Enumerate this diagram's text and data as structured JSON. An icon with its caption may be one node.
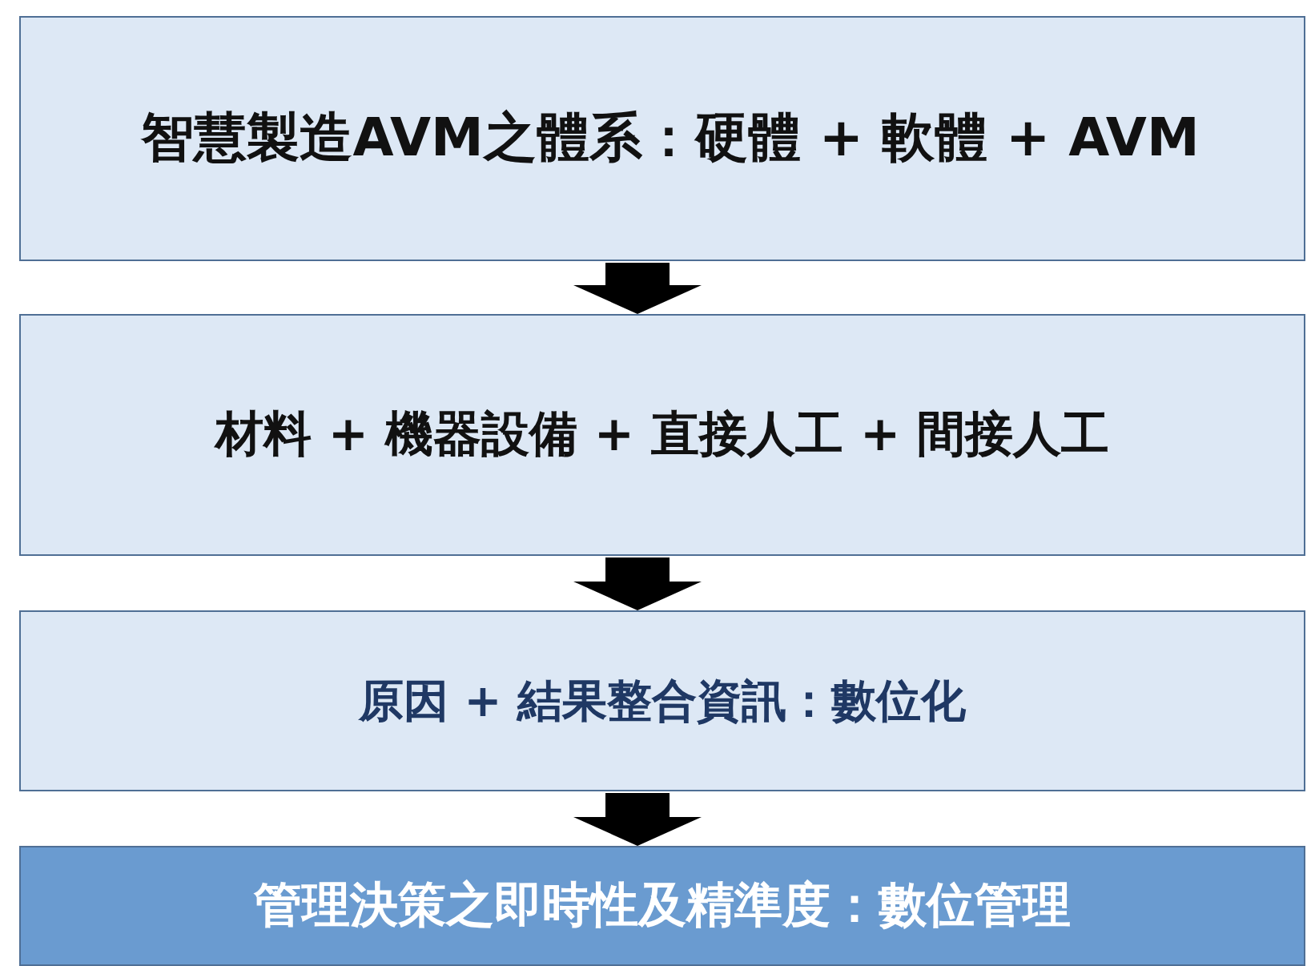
{
  "diagram": {
    "nodes": [
      {
        "text": [
          "智慧製造AVM之體系：硬體 + 軟體 + AVM"
        ]
      },
      {
        "text": [
          "材料 + 機器設備 + 直接人工 + 間接人工"
        ]
      },
      {
        "text": [
          "原因 + 結果整合資訊：數位化"
        ]
      },
      {
        "text": [
          "管理決策之即時性及精準度：數位管理"
        ]
      }
    ],
    "edges": [
      {
        "from": 0,
        "to": 1,
        "arrow": "to"
      },
      {
        "from": 1,
        "to": 2,
        "arrow": "to"
      },
      {
        "from": 2,
        "to": 3,
        "arrow": "to"
      }
    ]
  }
}
